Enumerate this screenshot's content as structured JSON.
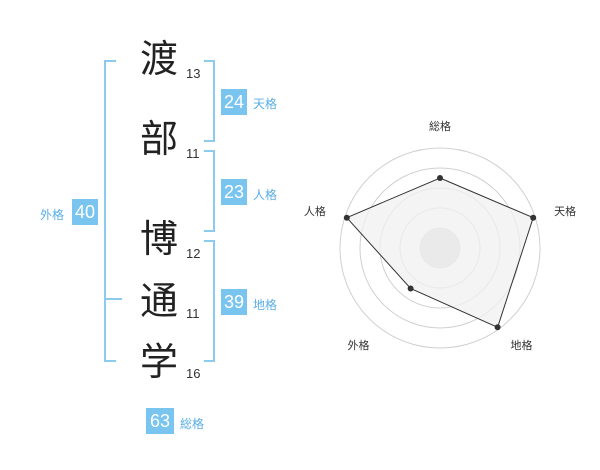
{
  "name": {
    "chars": [
      {
        "kanji": "渡",
        "strokes": "13"
      },
      {
        "kanji": "部",
        "strokes": "11"
      },
      {
        "kanji": "博",
        "strokes": "12"
      },
      {
        "kanji": "通",
        "strokes": "11"
      },
      {
        "kanji": "学",
        "strokes": "16"
      }
    ]
  },
  "fortune": {
    "tenkaku": {
      "value": "24",
      "label": "天格"
    },
    "jinkaku": {
      "value": "23",
      "label": "人格"
    },
    "chikaku": {
      "value": "39",
      "label": "地格"
    },
    "gaikaku": {
      "value": "40",
      "label": "外格"
    },
    "soukaku": {
      "value": "63",
      "label": "総格"
    }
  },
  "radar": {
    "axes": [
      "総格",
      "天格",
      "地格",
      "外格",
      "人格"
    ],
    "values": [
      0.7,
      0.98,
      0.98,
      0.5,
      0.98
    ],
    "rings": 5,
    "fill_color": "#f0f0f0",
    "line_color": "#333333"
  },
  "colors": {
    "accent": "#7ac4f0",
    "label": "#58aee6"
  }
}
